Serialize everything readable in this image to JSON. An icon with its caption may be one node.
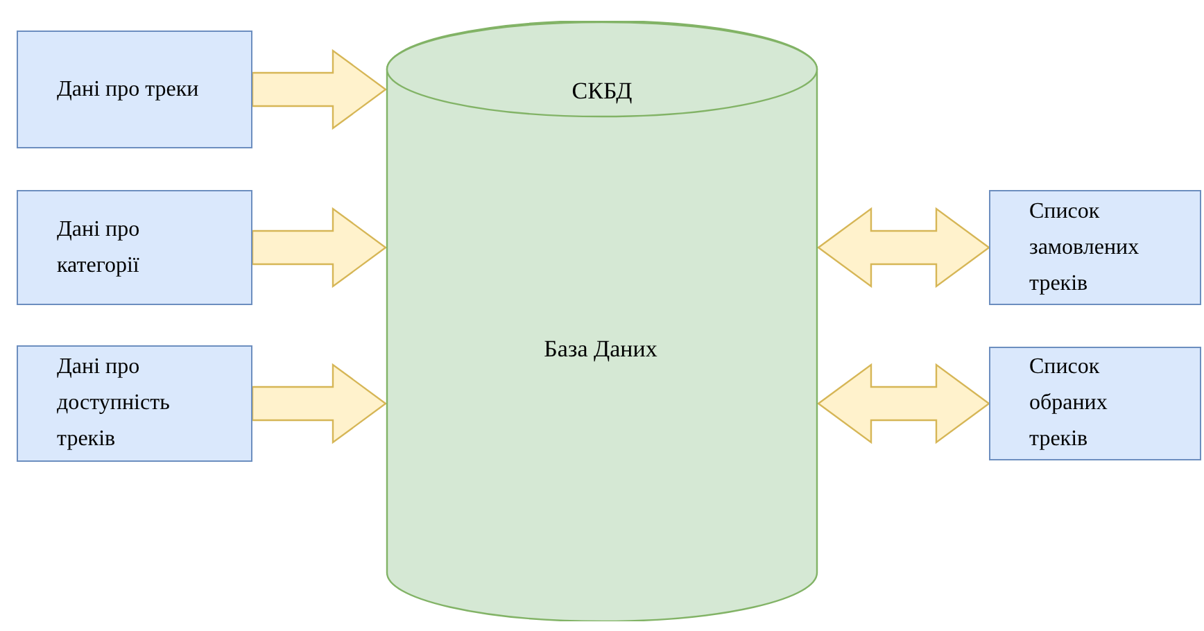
{
  "diagram": {
    "nodes": [
      {
        "text": [
          "Дані про треки"
        ]
      },
      {
        "text": [
          "Дані про категорії"
        ]
      },
      {
        "text": [
          "Дані про доступність треків"
        ]
      },
      {
        "text": [
          "СКБД",
          "База Даних"
        ]
      },
      {
        "text": [
          "Список замовлених треків"
        ]
      },
      {
        "text": [
          "Список обраних треків"
        ]
      }
    ],
    "edges": [
      {
        "from": 0,
        "to": 3,
        "arrow": "to"
      },
      {
        "from": 1,
        "to": 3,
        "arrow": "to"
      },
      {
        "from": 2,
        "to": 3,
        "arrow": "to"
      },
      {
        "from": 3,
        "to": 4,
        "arrow": "both"
      },
      {
        "from": 3,
        "to": 5,
        "arrow": "both"
      }
    ]
  }
}
